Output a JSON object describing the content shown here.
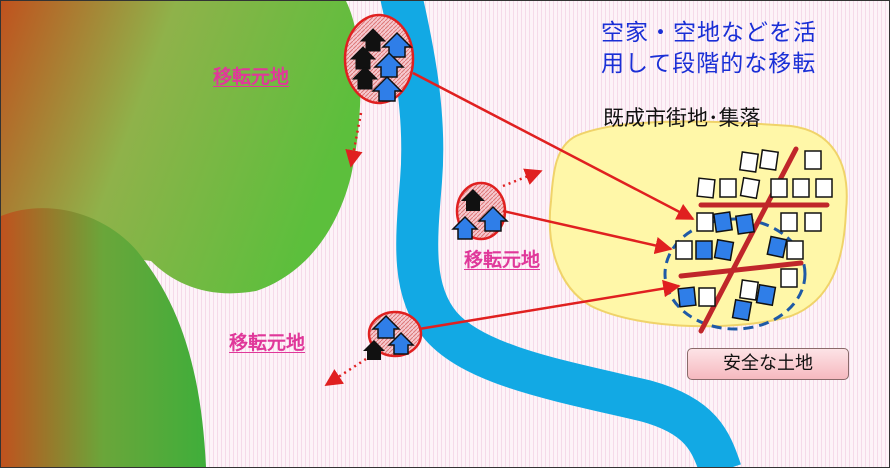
{
  "title_lines": [
    "空家・空地などを活",
    "用して段階的な移転"
  ],
  "town_label": "既成市街地･集落",
  "origin_label": "移転元地",
  "safe_label": "安全な土地",
  "colors": {
    "hill_dark": "#c0521e",
    "hill_light": "#5cbf3c",
    "river": "#12a9e4",
    "town_fill": "#fff7a8",
    "arrow": "#e02020",
    "origin_label": "#e0389a",
    "title": "#1a2fd6",
    "house_blue": "#2f7ee8"
  }
}
